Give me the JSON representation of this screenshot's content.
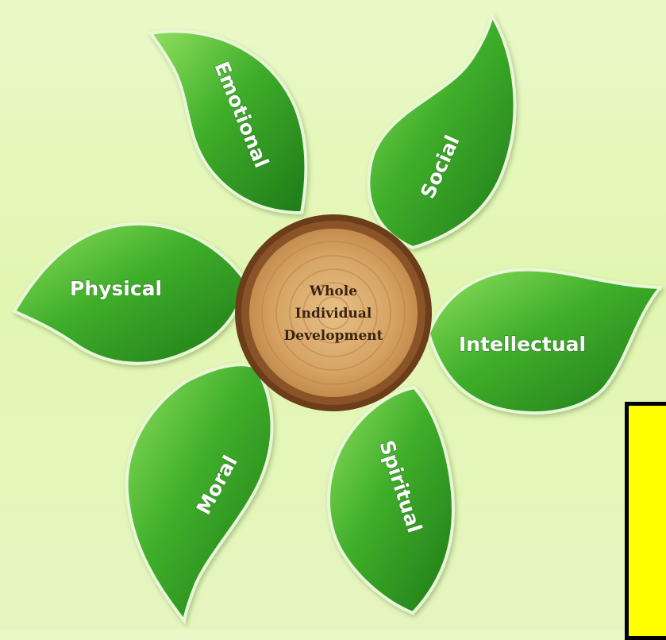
{
  "diagram": {
    "center": {
      "lines": [
        "Whole",
        "Individual",
        "Development"
      ]
    },
    "leaves": [
      {
        "key": "emotional",
        "label": "Emotional"
      },
      {
        "key": "social",
        "label": "Social"
      },
      {
        "key": "physical",
        "label": "Physical"
      },
      {
        "key": "intellectual",
        "label": "Intellectual"
      },
      {
        "key": "moral",
        "label": "Moral"
      },
      {
        "key": "spiritual",
        "label": "Spiritual"
      }
    ]
  },
  "colors": {
    "background": "#e6f6bf",
    "leaf_dark": "#2f8f20",
    "leaf_light": "#7ed957",
    "stump_ring": "#7a4a22",
    "stump_wood": "#d9a96a",
    "callout_fill": "#ffff00",
    "callout_border": "#000000"
  }
}
